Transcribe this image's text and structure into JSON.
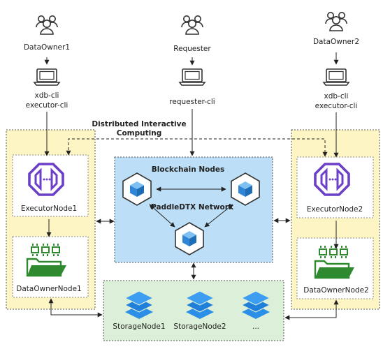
{
  "top": {
    "data_owner1": {
      "name": "DataOwner1",
      "tools": [
        "xdb-cli",
        "executor-cli"
      ]
    },
    "requester": {
      "name": "Requester",
      "tools": [
        "requester-cli"
      ]
    },
    "data_owner2": {
      "name": "DataOwner2",
      "tools": [
        "xdb-cli",
        "executor-cli"
      ]
    }
  },
  "distributed_label": [
    "Distributed Interactive",
    "Computing"
  ],
  "left_panel": {
    "executor": "ExecutorNode1",
    "data_owner": "DataOwnerNode1"
  },
  "right_panel": {
    "executor": "ExecutorNode2",
    "data_owner": "DataOwnerNode2"
  },
  "blockchain": {
    "title": "Blockchain Nodes",
    "network": "PaddleDTX Network"
  },
  "storage": {
    "nodes": [
      "StorageNode1",
      "StorageNode2",
      "..."
    ]
  },
  "colors": {
    "yellow_fill": "#fdf5c4",
    "blue_fill": "#bcdff7",
    "green_fill": "#dcefd9",
    "executor_purple": "#6b3fc7",
    "folder_green": "#2f8a2f",
    "cube_blue": "#2f86d6",
    "storage_blue": "#2b8fe8"
  },
  "icons": [
    "user-group-icon",
    "computer-icon",
    "executor-icon",
    "data-folder-icon",
    "blockchain-cube-icon",
    "storage-stack-icon"
  ]
}
